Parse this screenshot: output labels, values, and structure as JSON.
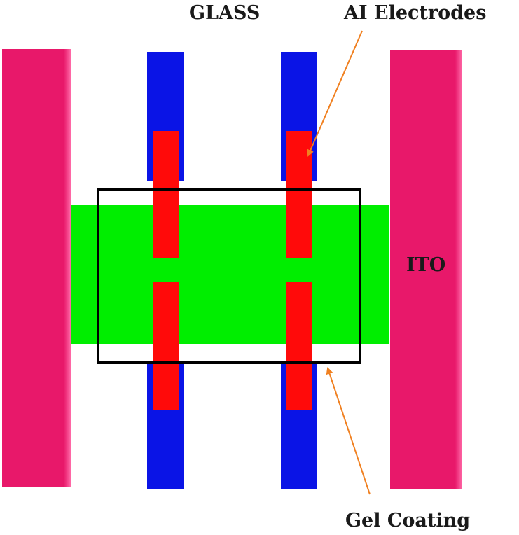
{
  "labels": {
    "glass": "GLASS",
    "electrodes": "AI Electrodes",
    "ito": "ITO",
    "gel": "Gel Coating"
  },
  "colors": {
    "ito": "#e8186a",
    "ito_edge": "#ff5aa0",
    "glass": "#0a14e6",
    "electrode": "#ff0a0a",
    "gel": "#00ee00",
    "outline": "#000000",
    "arrow": "#f08020",
    "text": "#1a1a1a"
  }
}
